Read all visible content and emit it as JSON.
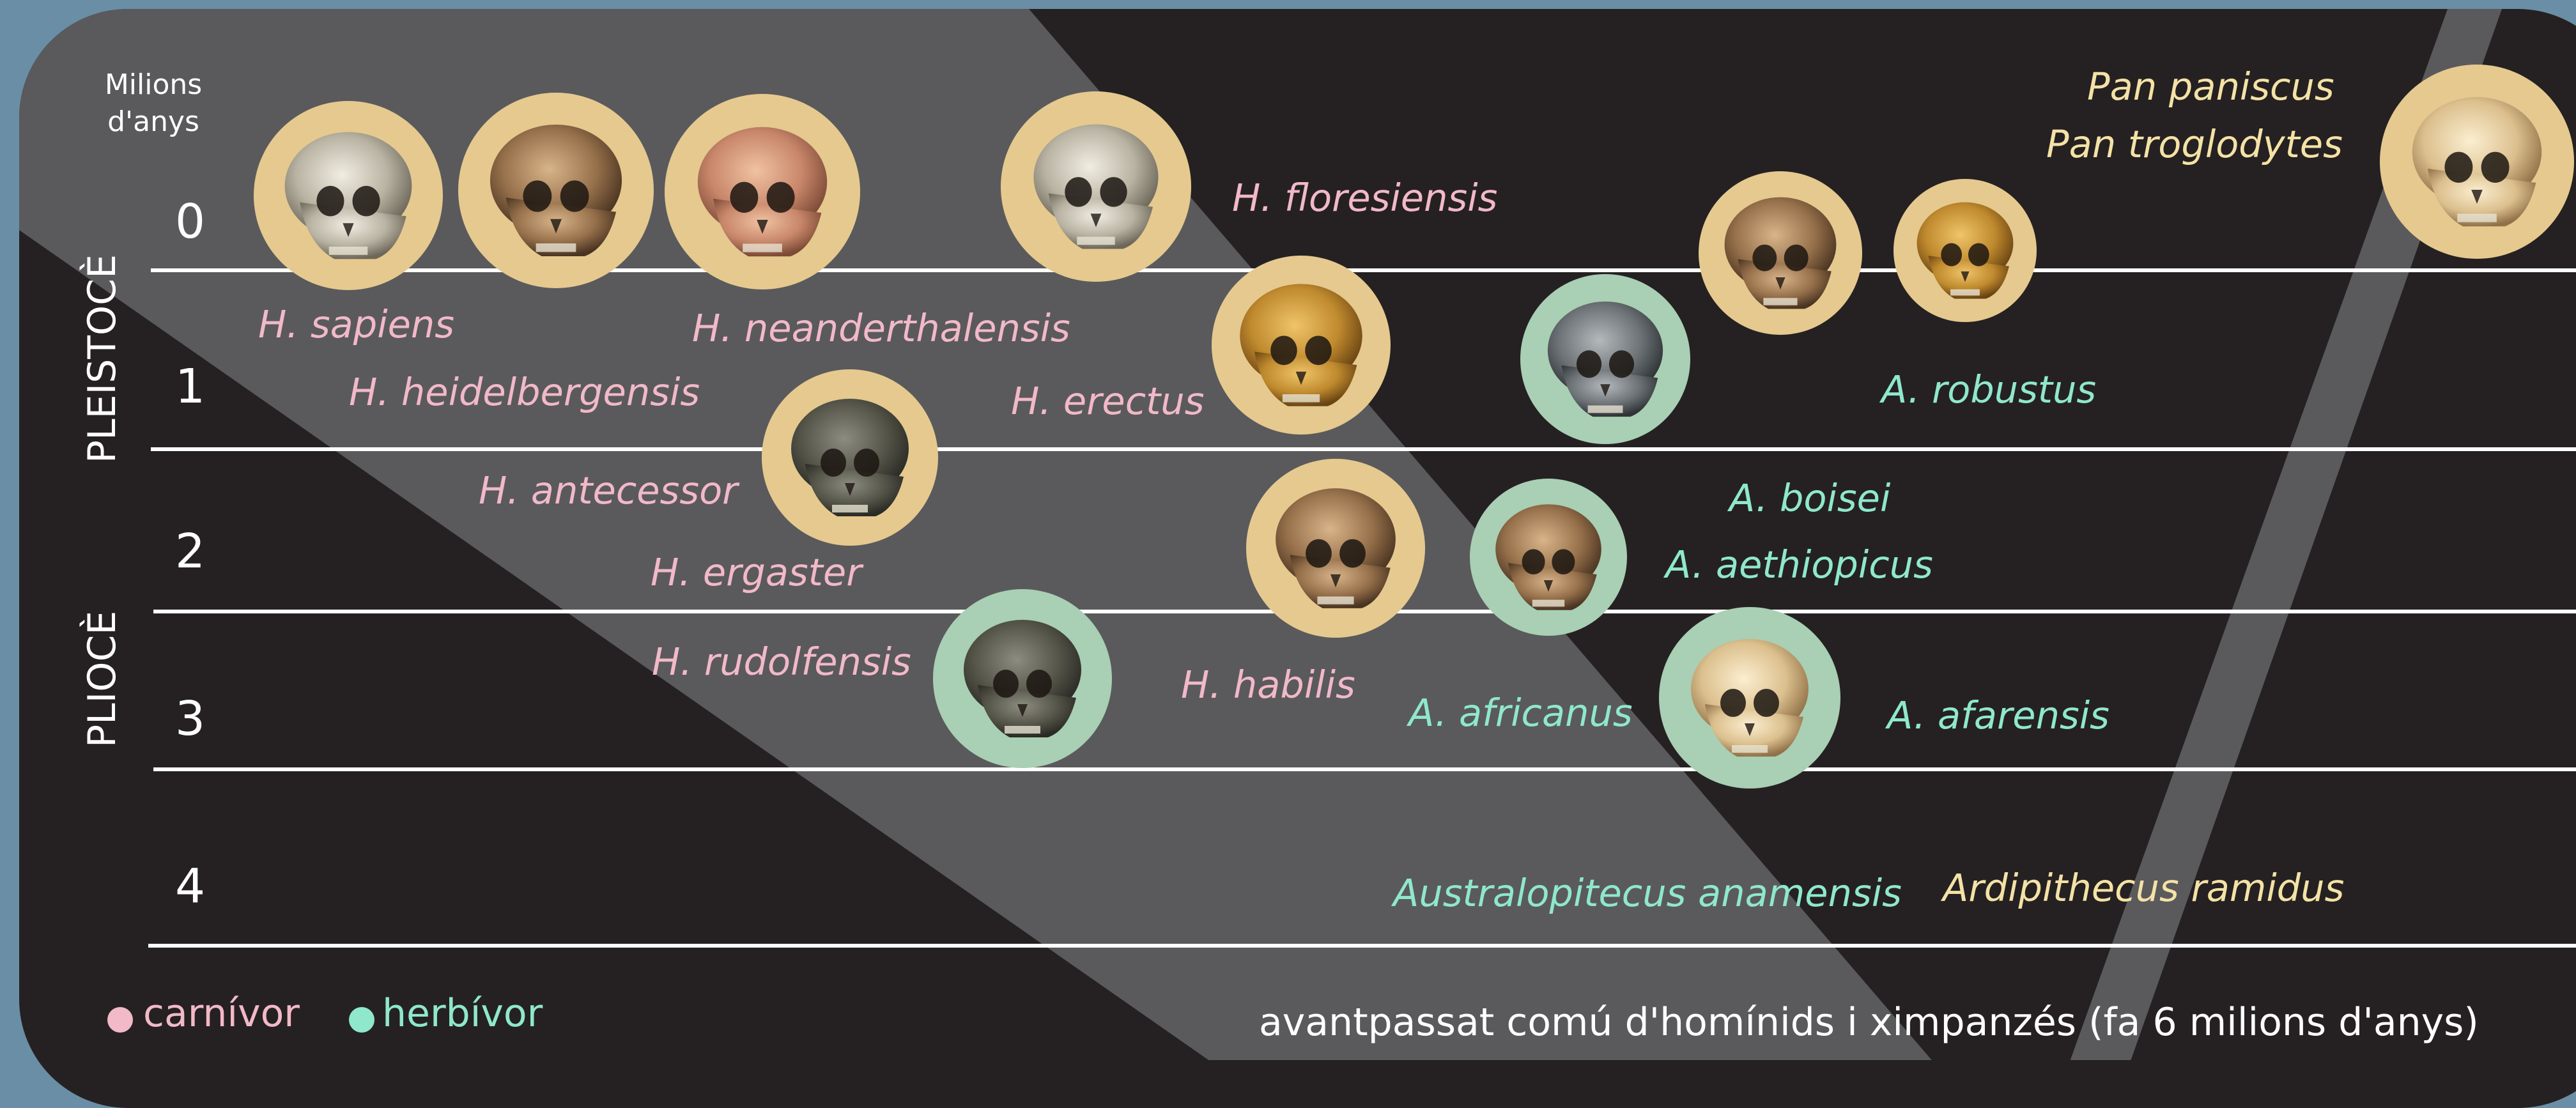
{
  "colors": {
    "carnivore": "#f2b9c8",
    "herbivore": "#8fe8cc",
    "ape": "#f4e2a6",
    "bubble_light": "#e5c98f",
    "bubble_green": "#a9cfb4",
    "panel": "#252122",
    "beam": "#5a5a5c",
    "frame": "#6a8ea6"
  },
  "axis": {
    "header_line1": "Milions",
    "header_line2": "d'anys",
    "ticks": [
      "0",
      "1",
      "2",
      "3",
      "4"
    ],
    "epoch_pleistocene": "PLEISTOCÈ",
    "epoch_pliocene": "PLIOCÈ"
  },
  "species": {
    "h_sapiens": "H. sapiens",
    "h_neanderthalensis": "H. neanderthalensis",
    "h_floresiensis": "H. floresiensis",
    "h_heidelbergensis": "H. heidelbergensis",
    "h_erectus": "H. erectus",
    "h_antecessor": "H. antecessor",
    "h_ergaster": "H. ergaster",
    "h_rudolfensis": "H. rudolfensis",
    "h_habilis": "H. habilis",
    "a_robustus": "A. robustus",
    "a_boisei": "A. boisei",
    "a_aethiopicus": "A. aethiopicus",
    "a_africanus": "A. africanus",
    "a_afarensis": "A. afarensis",
    "a_anamensis": "Australopitecus anamensis",
    "ardipithecus": "Ardipithecus ramidus",
    "pan_paniscus": "Pan paniscus",
    "pan_troglodytes": "Pan troglodytes"
  },
  "legend": {
    "carnivore_label": "carnívor",
    "herbivore_label": "herbívor"
  },
  "footer": {
    "ancestor_note": "avantpassat comú d'homínids i ximpanzés (fa 6 milions d'anys)"
  },
  "icons": {
    "skull": "skull-photo-icon"
  }
}
